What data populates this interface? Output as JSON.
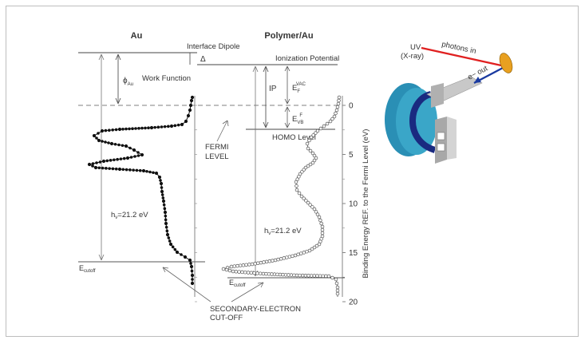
{
  "titles": {
    "au": "Au",
    "polymer": "Polymer/Au"
  },
  "labels": {
    "interface_dipole": "Interface Dipole",
    "delta": "Δ",
    "ionization_potential": "Ionization Potential",
    "phi": "ϕ",
    "phi_sub": "Au",
    "work_function": "Work Function",
    "ip": "IP",
    "e_f_vac_main": "E",
    "e_f_vac_sub": "F",
    "e_f_vac_sup": "VAC",
    "e_vb_f_main": "E",
    "e_vb_f_sub": "VB",
    "e_vb_f_sup": "F",
    "fermi": "FERMI",
    "level": "LEVEL",
    "homo_level": "HOMO Level",
    "hv_left": "h",
    "hv_left_sub": "ν",
    "hv_left_val": "=21.2 eV",
    "hv_right": "h",
    "hv_right_sub": "ν",
    "hv_right_val": "=21.2 eV",
    "e_cutoff_left": "E",
    "e_cutoff_left_sub": "cutoff",
    "e_cutoff_right": "E",
    "e_cutoff_right_sub": "cutoff",
    "secondary_line1": "SECONDARY-ELECTRON",
    "secondary_line2": "CUT-OFF",
    "y_axis": "Binding Energy REF. to the Fermi Level (eV)"
  },
  "ticks": [
    "0",
    "5",
    "10",
    "15",
    "20"
  ],
  "apparatus": {
    "uv": "UV",
    "xray": "(X-ray)",
    "photons_in": "photons in",
    "e_out": "e− out"
  },
  "colors": {
    "photon_beam": "#e02020",
    "electron_beam": "#1a3aa0",
    "sample": "#e8a020",
    "analyzer": "#3aa6c8",
    "analyzer_dark": "#1a2a80"
  }
}
